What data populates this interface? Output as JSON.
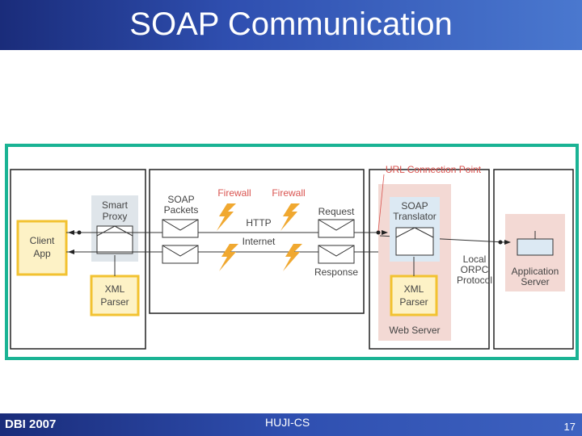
{
  "slide": {
    "title": "SOAP Communication",
    "footer_left": "DBI 2007",
    "footer_center": "HUJI-CS",
    "page_number": "17"
  },
  "diagram": {
    "client_app": [
      "Client",
      "App"
    ],
    "smart_proxy": [
      "Smart",
      "Proxy"
    ],
    "xml_parser_left": [
      "XML",
      "Parser"
    ],
    "soap_packets": [
      "SOAP",
      "Packets"
    ],
    "firewall_left": "Firewall",
    "firewall_right": "Firewall",
    "http": "HTTP",
    "internet": "Internet",
    "request": "Request",
    "response": "Response",
    "url_connection_point": "URL Connection Point",
    "soap_translator": [
      "SOAP",
      "Translator"
    ],
    "xml_parser_right": [
      "XML",
      "Parser"
    ],
    "web_server": "Web Server",
    "local_orpc": [
      "Local",
      "ORPC",
      "Protocol"
    ],
    "application_server": [
      "Application",
      "Server"
    ]
  },
  "colors": {
    "frame_border": "#1ab394",
    "yellow_fill": "#fdf2c6",
    "yellow_border": "#f2c230",
    "gray_fill": "#dfe5ea",
    "pink_fill": "#f3d9d4",
    "blue_fill": "#dce9f3",
    "firewall_red": "#d9534f",
    "lightning_orange": "#f0a830"
  }
}
